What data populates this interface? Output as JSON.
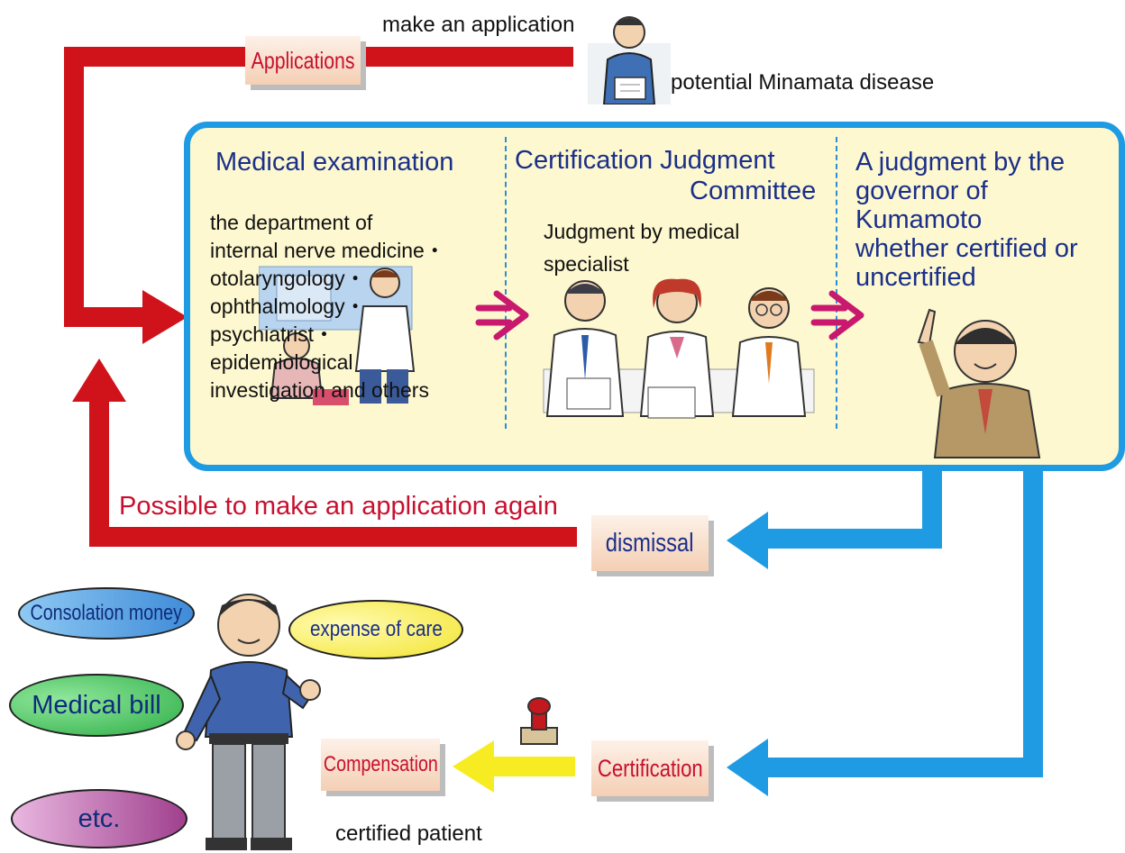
{
  "top": {
    "make_application": "make an application",
    "potential_patient": "potential Minamata disease"
  },
  "tags": {
    "applications": "Applications",
    "dismissal": "dismissal",
    "certification": "Certification",
    "compensation": "Compensation"
  },
  "panel": {
    "col1_title": "Medical examination",
    "col1_lines": [
      "the department of",
      "internal nerve medicine・",
      "otolaryngology・",
      "ophthalmology・",
      "psychiatrist・",
      "epidemiological",
      "investigation and others"
    ],
    "col2_title_line1": "Certification Judgment",
    "col2_title_line2": "Committee",
    "col2_sub_line1": "Judgment by medical",
    "col2_sub_line2": "specialist",
    "col3_lines": [
      "A judgment by the",
      "governor of",
      "Kumamoto",
      "whether certified or",
      "uncertified"
    ]
  },
  "reapply": "Possible to make an application again",
  "benefits": {
    "consolation": "Consolation money",
    "care": "expense of care",
    "medical": "Medical bill",
    "etc": "etc."
  },
  "certified_patient": "certified patient",
  "colors": {
    "red_arrow": "#d0121b",
    "blue_arrow": "#1e9be2",
    "yellow_arrow": "#f7ec22",
    "magenta_arrow": "#c8196e",
    "panel_fill": "#fdf8cf",
    "heading": "#1a2f8a"
  }
}
